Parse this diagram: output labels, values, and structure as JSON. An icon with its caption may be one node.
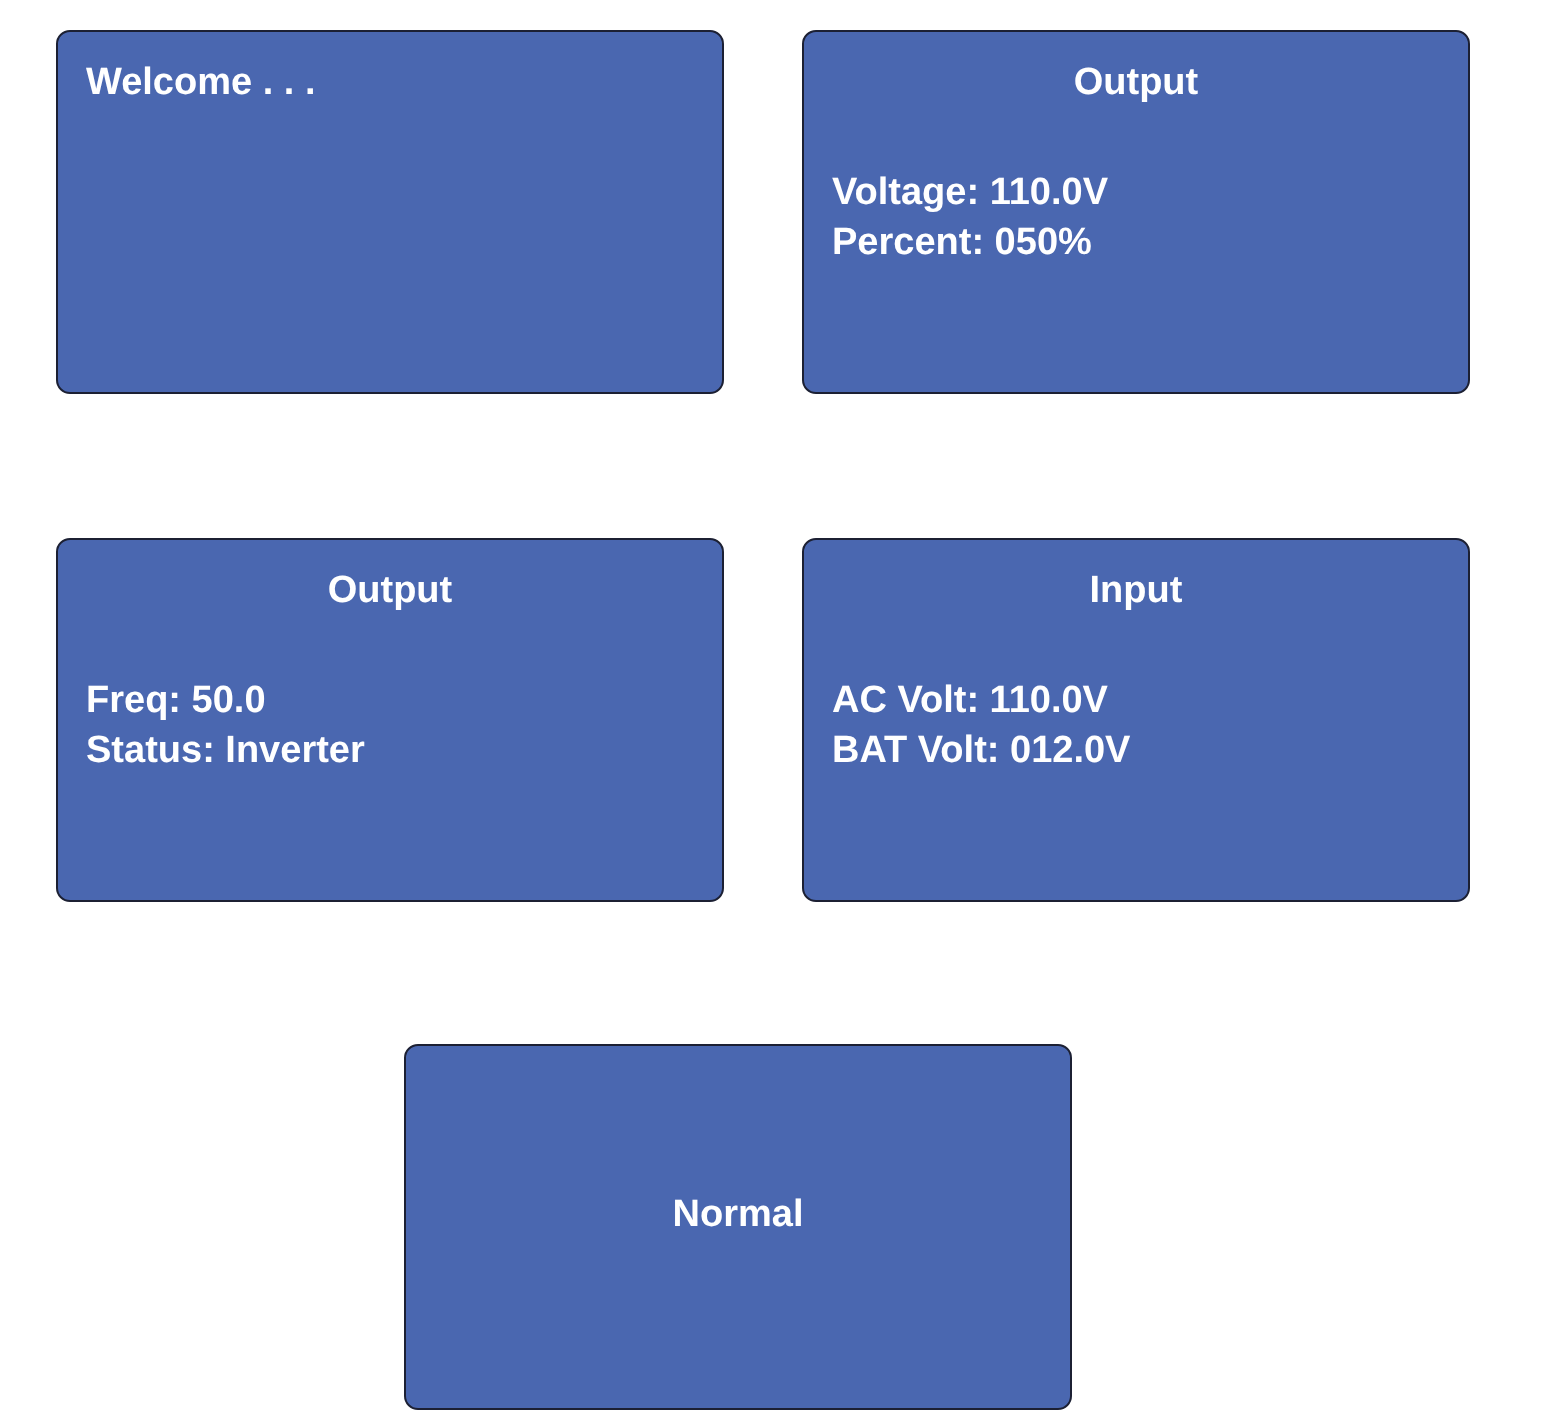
{
  "diagram": {
    "nodes": [
      {
        "text": [
          "Welcome . . ."
        ]
      },
      {
        "text": [
          "Output",
          "Voltage: 110.0V",
          "Percent: 050%"
        ]
      },
      {
        "text": [
          "Output",
          "Freq: 50.0",
          "Status: Inverter"
        ]
      },
      {
        "text": [
          "Input",
          "AC Volt: 110.0V",
          "BAT Volt: 012.0V"
        ]
      },
      {
        "text": [
          "Normal"
        ]
      }
    ]
  }
}
